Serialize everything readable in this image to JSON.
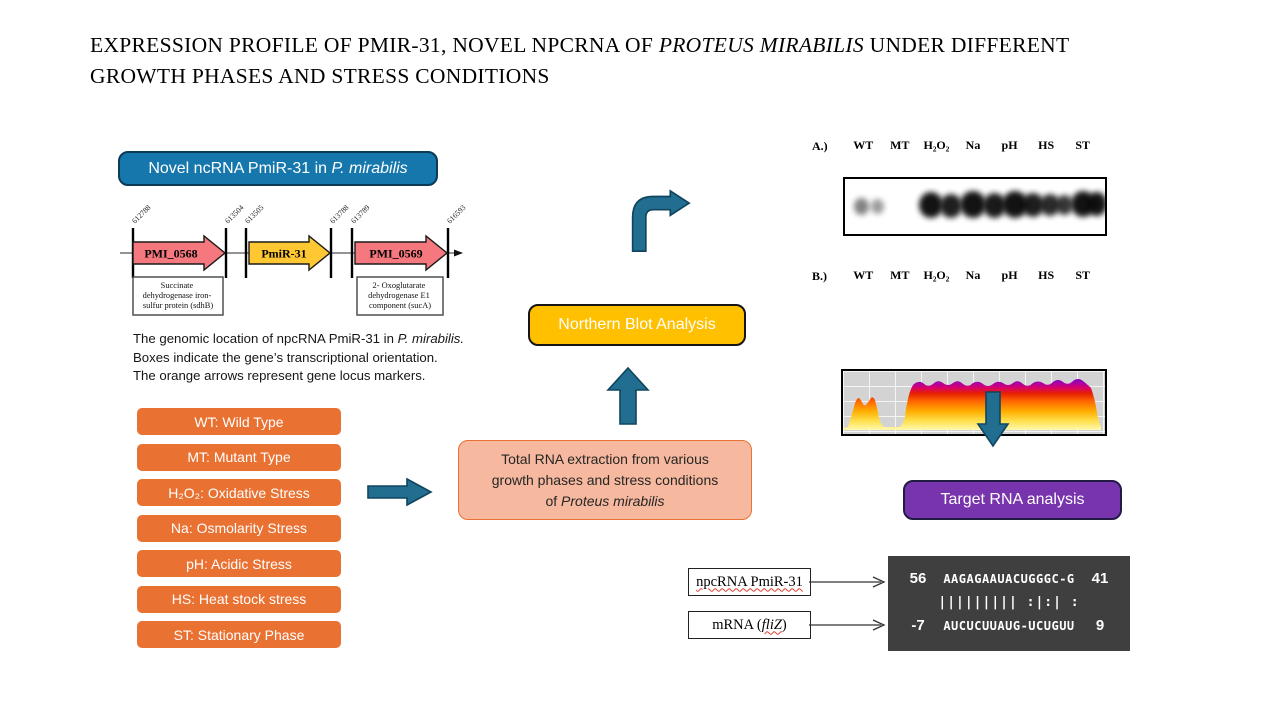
{
  "title": {
    "l1pre": "EXPRESSION PROFILE OF PMIR-31, NOVEL NPCRNA OF ",
    "l1italic": "PROTEUS MIRABILIS",
    "l1post": " UNDER DIFFERENT",
    "l2": "GROWTH PHASES AND STRESS CONDITIONS"
  },
  "ncrna_box": {
    "pre": "Novel ncRNA PmiR-31 in ",
    "species": "P. mirabilis"
  },
  "gene_map": {
    "coords": [
      "612788",
      "613504",
      "613505",
      "613788",
      "613789",
      "616593"
    ],
    "gene1": "PMI_0568",
    "gene2": "PmiR-31",
    "gene3": "PMI_0569",
    "ann1": [
      "Succinate",
      "dehydrogenase iron-",
      "sulfur protein (sdhB)"
    ],
    "ann2": [
      "2- Oxoglutarate",
      "dehydrogenase E1",
      "component (sucA)"
    ]
  },
  "caption": {
    "l1pre": "The genomic location of npcRNA PmiR-31 in ",
    "l1italic": "P. mirabilis.",
    "l2": "Boxes indicate the gene’s transcriptional orientation.",
    "l3": "The orange arrows represent gene locus markers."
  },
  "legend": {
    "items": [
      "WT: Wild Type",
      "MT: Mutant Type",
      "H₂O₂: Oxidative Stress",
      "Na: Osmolarity Stress",
      "pH: Acidic Stress",
      "HS: Heat stock stress",
      "ST: Stationary Phase"
    ]
  },
  "extraction_box": {
    "l1": "Total RNA extraction from various",
    "l2": "growth phases and stress conditions",
    "l3pre": "of ",
    "l3italic": "Proteus mirabilis"
  },
  "northern_box": {
    "label": "Northern Blot Analysis"
  },
  "panel_a": {
    "tag": "A.)",
    "lanes": [
      "WT",
      "MT",
      "H₂O₂",
      "Na",
      "pH",
      "HS",
      "ST"
    ]
  },
  "panel_b": {
    "tag": "B.)",
    "lanes": [
      "WT",
      "MT",
      "H₂O₂",
      "Na",
      "pH",
      "HS",
      "ST"
    ]
  },
  "target_box": {
    "label": "Target RNA analysis"
  },
  "alignment": {
    "label_ncrna": "npcRNA PmiR-31",
    "label_mrna_pre": "mRNA (",
    "label_mrna_italic": "fliZ",
    "label_mrna_post": ")",
    "top_left": "56",
    "top_seq": "AAGAGAAUACUGGGC-G",
    "top_right": "41",
    "match": "||||||||| :|:| :",
    "bottom_left": "-7",
    "bottom_seq": "AUCUCUUAUG-UCUGUU",
    "bottom_right": "9"
  },
  "colors": {
    "accent_blue": "#1577AC",
    "accent_orange": "#E97132",
    "accent_salmon": "#F6B89E",
    "accent_yellow": "#FFC000",
    "accent_purple": "#7834AC",
    "arrow_teal": "#226E91",
    "gene_red": "#F4787D",
    "gene_yellow": "#FFC832",
    "seq_panel_gray": "#3F3F3F"
  }
}
